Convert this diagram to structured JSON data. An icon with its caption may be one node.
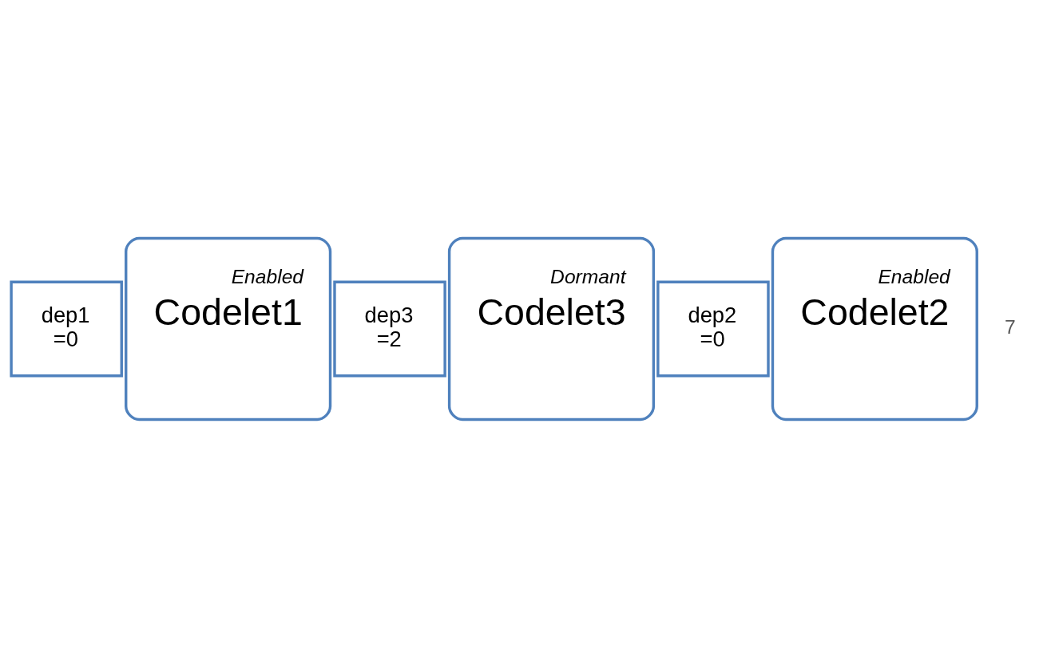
{
  "diagram": {
    "nodes": [
      {
        "text": [
          "dep1 =0"
        ]
      },
      {
        "text": [
          "Enabled",
          "Codelet1"
        ]
      },
      {
        "text": [
          "dep3 =2"
        ]
      },
      {
        "text": [
          "Dormant",
          "Codelet3"
        ]
      },
      {
        "text": [
          "dep2 =0"
        ]
      },
      {
        "text": [
          "Enabled",
          "Codelet2"
        ]
      }
    ],
    "edges": [],
    "labels": [
      "7"
    ]
  }
}
